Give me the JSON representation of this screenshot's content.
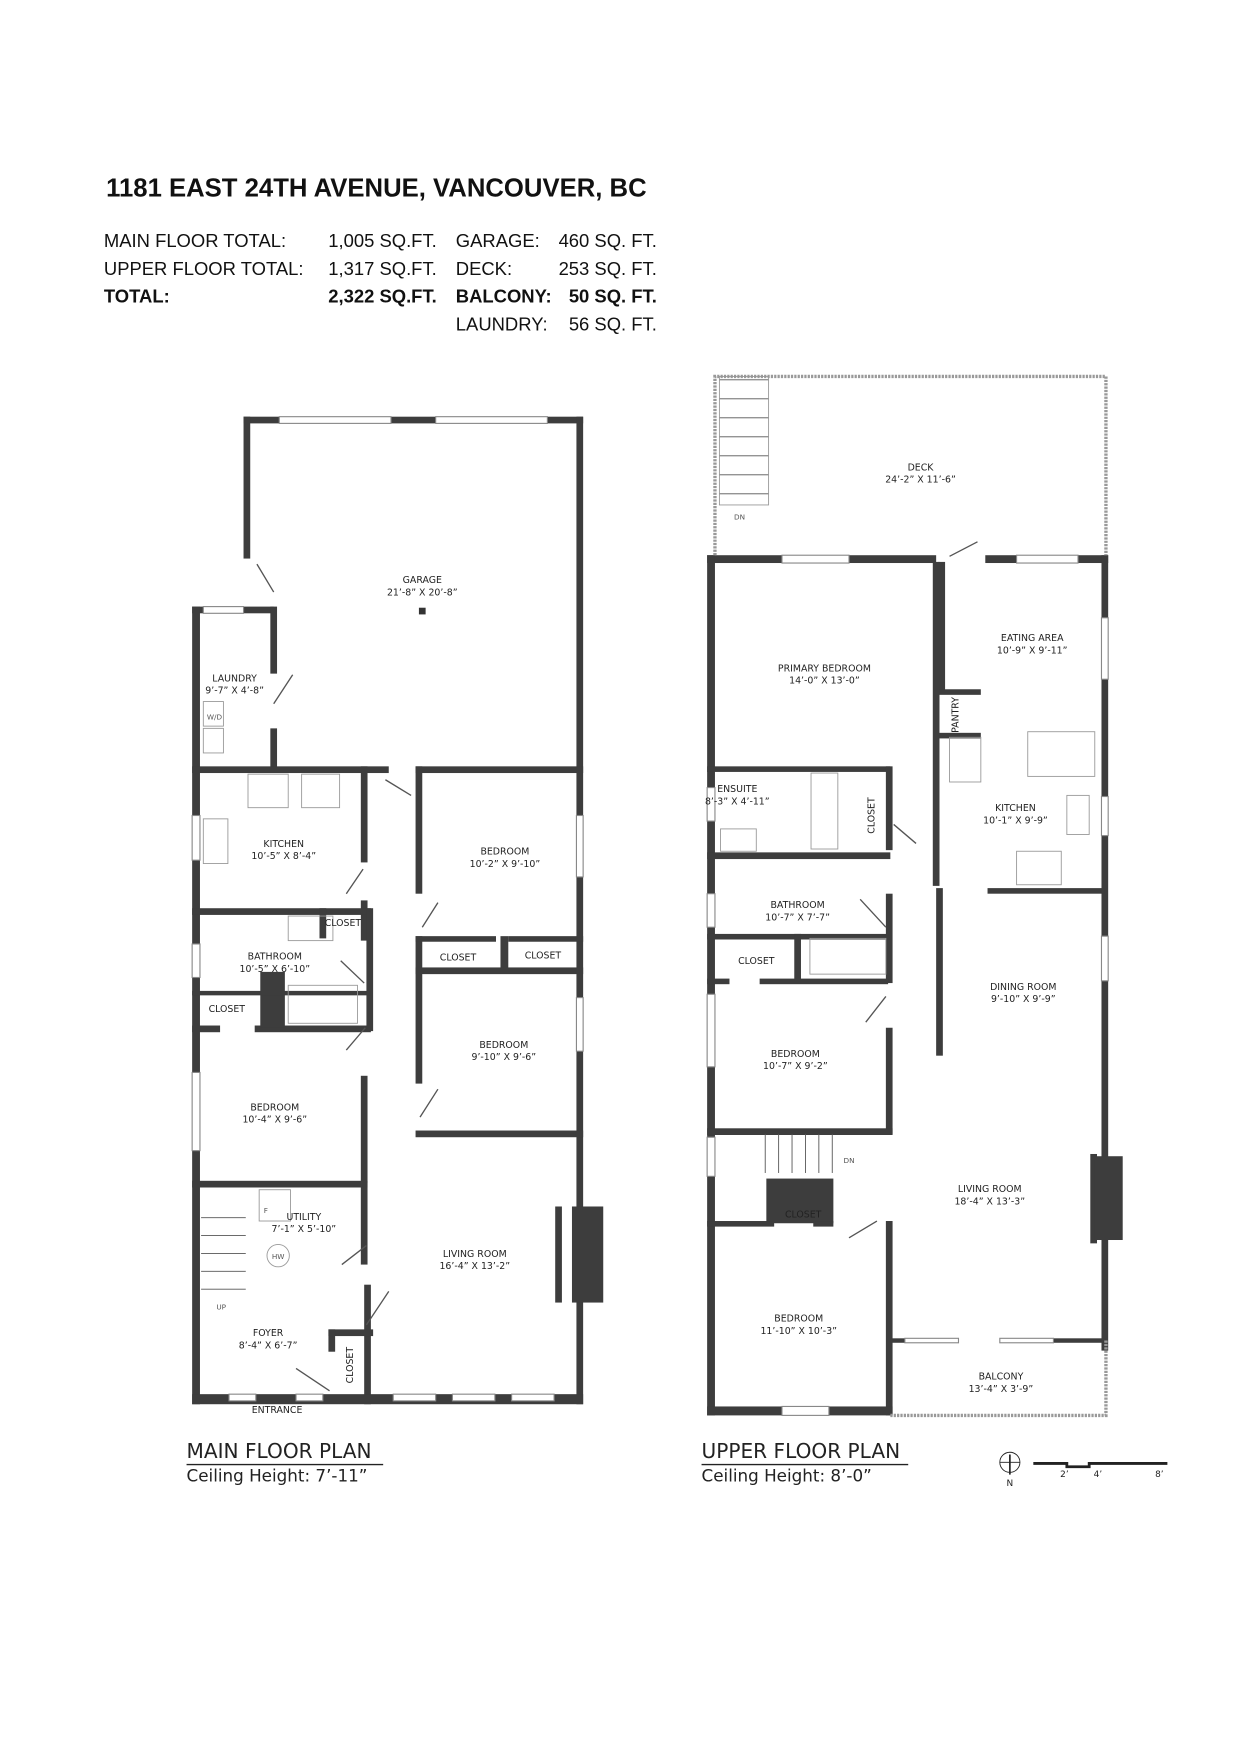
{
  "header": {
    "title": "1181 EAST 24TH AVENUE, VANCOUVER, BC",
    "areas": [
      {
        "label": "MAIN FLOOR TOTAL:",
        "value": "1,005 SQ.FT.",
        "label2": "GARAGE:",
        "value2": "460 SQ. FT."
      },
      {
        "label": "UPPER FLOOR TOTAL:",
        "value": "1,317 SQ.FT.",
        "label2": "DECK:",
        "value2": "253 SQ. FT."
      },
      {
        "label": "TOTAL:",
        "value": "2,322 SQ.FT.",
        "label2": "BALCONY:",
        "value2": "50 SQ. FT."
      },
      {
        "label": "",
        "value": "",
        "label2": "LAUNDRY:",
        "value2": "56 SQ. FT."
      }
    ]
  },
  "main_floor": {
    "title": "MAIN FLOOR PLAN",
    "ceiling": "Ceiling Height: 7’-11”",
    "rooms": [
      {
        "name": "GARAGE",
        "dim": "21’-8” X 20’-8”"
      },
      {
        "name": "LAUNDRY",
        "dim": "9’-7” X 4’-8”"
      },
      {
        "name": "KITCHEN",
        "dim": "10’-5” X 8’-4”"
      },
      {
        "name": "BEDROOM",
        "dim": "10’-2” X 9’-10”"
      },
      {
        "name": "BATHROOM",
        "dim": "10’-5” X 6’-10”"
      },
      {
        "name": "BEDROOM",
        "dim": "9’-10” X 9’-6”"
      },
      {
        "name": "BEDROOM",
        "dim": "10’-4” X 9’-6”"
      },
      {
        "name": "UTILITY",
        "dim": "7’-1” X 5’-10”"
      },
      {
        "name": "LIVING ROOM",
        "dim": "16’-4” X 13’-2”"
      },
      {
        "name": "FOYER",
        "dim": "8’-4” X 6’-7”"
      }
    ],
    "closets": [
      "CLOSET",
      "CLOSET",
      "CLOSET",
      "CLOSET",
      "CLOSET"
    ],
    "labels": {
      "wd": "W/D",
      "hw": "HW",
      "furnace": "F",
      "up": "UP",
      "entrance": "ENTRANCE"
    }
  },
  "upper_floor": {
    "title": "UPPER FLOOR PLAN",
    "ceiling": "Ceiling Height: 8’-0”",
    "rooms": [
      {
        "name": "DECK",
        "dim": "24’-2” X 11’-6”"
      },
      {
        "name": "PRIMARY BEDROOM",
        "dim": "14’-0” X 13’-0”"
      },
      {
        "name": "EATING AREA",
        "dim": "10’-9” X 9’-11”"
      },
      {
        "name": "ENSUITE",
        "dim": "8’-3” X 4’-11”"
      },
      {
        "name": "KITCHEN",
        "dim": "10’-1” X 9’-9”"
      },
      {
        "name": "BATHROOM",
        "dim": "10’-7” X 7’-7”"
      },
      {
        "name": "DINING ROOM",
        "dim": "9’-10” X 9’-9”"
      },
      {
        "name": "BEDROOM",
        "dim": "10’-7” X 9’-2”"
      },
      {
        "name": "LIVING ROOM",
        "dim": "18’-4” X 13’-3”"
      },
      {
        "name": "BEDROOM",
        "dim": "11’-10” X 10’-3”"
      },
      {
        "name": "BALCONY",
        "dim": "13’-4” X 3’-9”"
      }
    ],
    "closets": [
      "CLOSET",
      "CLOSET",
      "CLOSET"
    ],
    "labels": {
      "pantry": "PANTRY",
      "dn": "DN"
    }
  },
  "legend": {
    "north": "N",
    "scale_ticks": [
      "2’",
      "4’",
      "8’"
    ]
  }
}
